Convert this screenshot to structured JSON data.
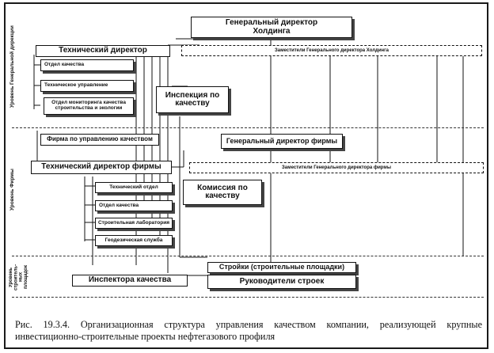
{
  "levels": {
    "holding": "Уровень Генеральной дирекции",
    "firm": "Уровень Фирмы",
    "site": "Уровень строитель-ных площадок"
  },
  "holding": {
    "general_director": "Генеральный директор Холдинга",
    "deputies": "Заместители Генерального директора Холдинга",
    "technical_director": "Технический директор",
    "quality_dept": "Отдел качества",
    "technical_management": "Техническое управление",
    "monitoring_dept": "Отдел мониторинга качества строительства и экологии",
    "inspection": "Инспекция по качеству"
  },
  "firm": {
    "quality_management_firm": "Фирма по управлению качеством",
    "general_director": "Генеральный директор фирмы",
    "technical_director": "Технический директор фирмы",
    "deputies": "Заместители Генерального директора фирмы",
    "technical_dept": "Технический отдел",
    "quality_dept": "Отдел качества",
    "construction_lab": "Строительная лаборатория",
    "geodetic_service": "Геодезическая служба",
    "quality_commission": "Комиссия по качеству"
  },
  "site": {
    "sites": "Стройки (строительные площадки)",
    "quality_inspectors": "Инспектора качества",
    "site_managers": "Руководители строек"
  },
  "caption": "Рис. 19.3.4. Организационная структура управления качеством компании, реализующей крупные инвестиционно-строительные проекты нефтегазового профиля"
}
